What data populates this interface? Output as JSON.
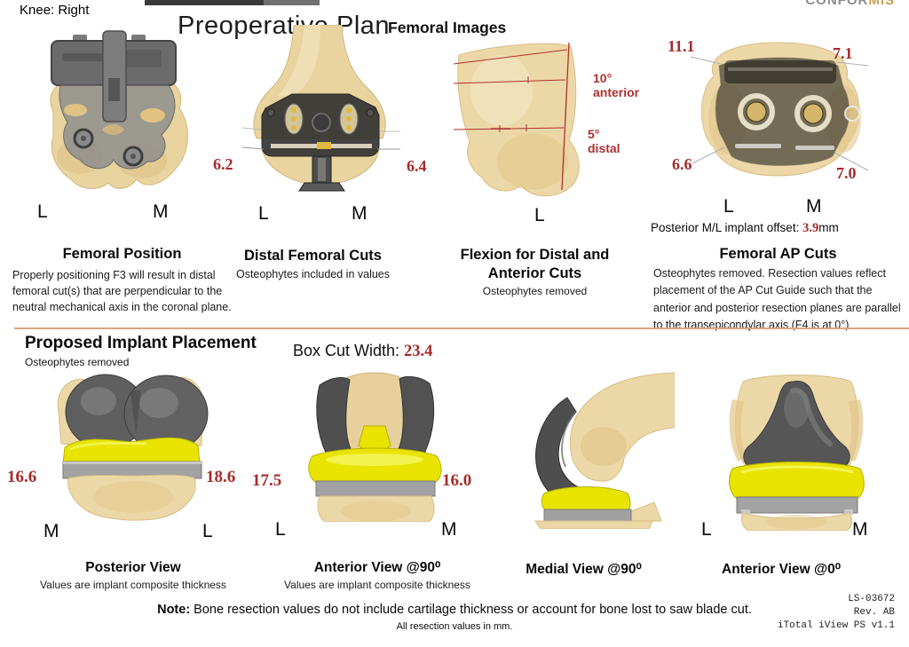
{
  "header": {
    "knee_label": "Knee: Right",
    "title": "Preoperative Plan",
    "section1_title": "Femoral Images",
    "logo_gray": "CONFOR",
    "logo_gold": "MIS"
  },
  "colors": {
    "measurement_red": "#a62b2b",
    "annotation_red": "#b03030",
    "divider_tan": "#d9a87a",
    "bone_tan": "#ecd8a6",
    "implant_gray": "#565656",
    "insert_yellow": "#e8e400",
    "tray_gray": "#a2a2a2"
  },
  "femoral_images": {
    "panels": [
      {
        "title": "Femoral Position",
        "desc": "Properly positioning F3 will result in distal femoral cut(s) that are perpendicular to the neutral mechanical axis in the coronal plane.",
        "left_label": "L",
        "right_label": "M"
      },
      {
        "title": "Distal Femoral Cuts",
        "desc": "Osteophytes included in values",
        "left_label": "L",
        "right_label": "M",
        "left_value": "6.2",
        "right_value": "6.4"
      },
      {
        "title_line1": "Flexion for Distal and",
        "title_line2": "Anterior Cuts",
        "desc": "Osteophytes removed",
        "left_label": "L",
        "annotation1_value": "10°",
        "annotation1_text": "anterior",
        "annotation2_value": "5°",
        "annotation2_text": "distal"
      },
      {
        "title": "Femoral AP Cuts",
        "desc": "Osteophytes removed. Resection values reflect placement of the AP Cut Guide such that the anterior and posterior resection planes are parallel to the transepicondylar axis (F4 is at 0°)",
        "left_label": "L",
        "right_label": "M",
        "top_left_value": "11.1",
        "top_right_value": "7.1",
        "bottom_left_value": "6.6",
        "bottom_right_value": "7.0",
        "offset_label": "Posterior M/L implant offset: ",
        "offset_value": "3.9",
        "offset_unit": "mm"
      }
    ]
  },
  "implant_placement": {
    "title": "Proposed Implant Placement",
    "subtitle": "Osteophytes removed",
    "box_cut_label": "Box Cut Width: ",
    "box_cut_value": "23.4",
    "panels": [
      {
        "title": "Posterior View",
        "desc": "Values are implant composite thickness",
        "left_value": "16.6",
        "right_value": "18.6",
        "left_label": "M",
        "right_label": "L"
      },
      {
        "title": "Anterior View @90⁰",
        "desc": "Values are implant composite thickness",
        "left_value": "17.5",
        "right_value": "16.0",
        "left_label": "L",
        "right_label": "M"
      },
      {
        "title": "Medial View @90⁰"
      },
      {
        "title": "Anterior View @0⁰",
        "left_label": "L",
        "right_label": "M"
      }
    ]
  },
  "footer": {
    "note_label": "Note:",
    "note_text": " Bone resection values do not include cartilage thickness or account for bone lost to saw blade cut.",
    "note_sub": "All resection values in mm.",
    "doc_number": "LS-03672",
    "revision": "Rev. AB",
    "version": "iTotal iView PS v1.1"
  }
}
